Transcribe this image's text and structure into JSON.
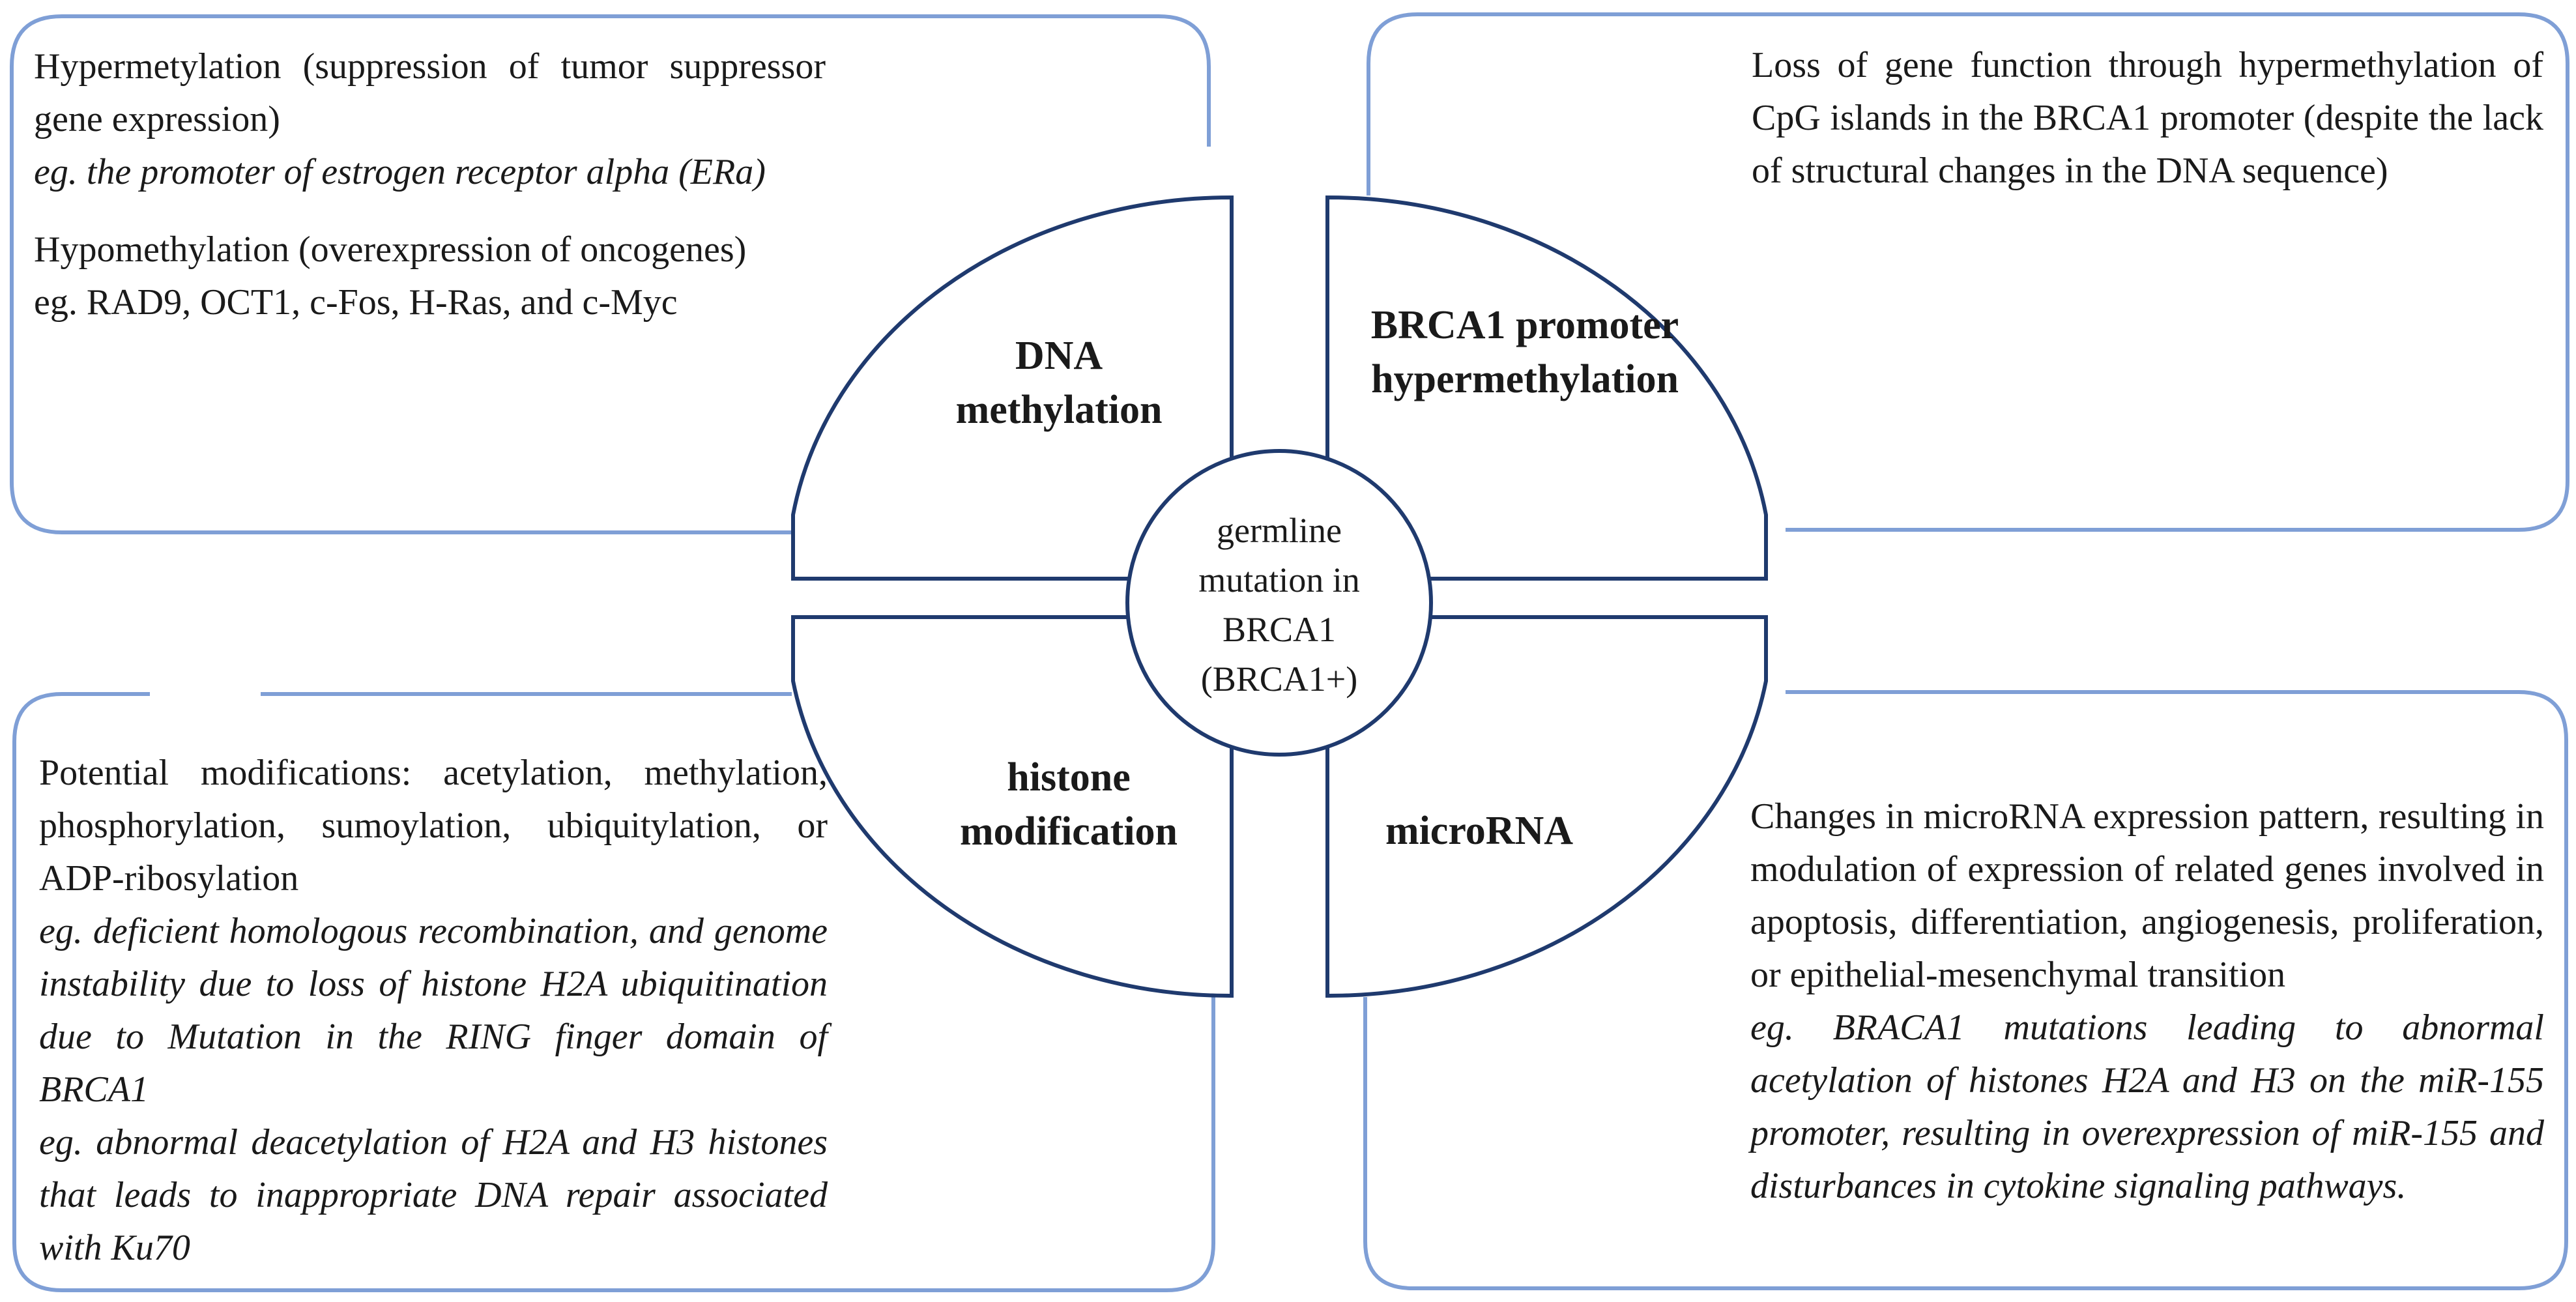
{
  "quadrants": {
    "top_left": {
      "title": "DNA methylation",
      "hyper_text": "Hypermetylation (suppression of tumor suppressor gene expression)",
      "hyper_example": "eg.  the promoter of estrogen receptor alpha (ERa)",
      "hypo_text": "Hypomethylation (overexpression of oncogenes)",
      "hypo_example": "eg. RAD9, OCT1, c-Fos, H-Ras, and c-Myc"
    },
    "top_right": {
      "title": "BRCA1 promoter hypermethylation",
      "text": "Loss of gene function through hypermethylation of CpG islands in the BRCA1 promoter (despite the lack of structural changes in the DNA sequence)"
    },
    "bottom_left": {
      "title": "histone modification",
      "text": "Potential modifications: acetylation, methylation, phosphorylation, sumoylation, ubiquitylation, or ADP-ribosylation",
      "example_1": "eg. deficient homologous recombination, and genome instability due to loss of histone H2A ubiquitination due to Mutation in the RING finger domain of BRCA1",
      "example_2": "eg. abnormal deacetylation of H2A and H3 histones that leads to inappropriate DNA repair associated with Ku70"
    },
    "bottom_right": {
      "title": "microRNA",
      "text": "Changes in microRNA expression pattern, resulting in modulation of expression of related genes involved in apoptosis, differentiation, angiogenesis, proliferation, or epithelial-mesenchymal transition",
      "example": "eg. BRACA1 mutations leading to abnormal acetylation of histones H2A and H3 on the miR-155 promoter, resulting in overexpression of miR-155 and disturbances in cytokine signaling pathways."
    }
  },
  "center": {
    "text": "germline mutation in BRCA1 (BRCA1+)"
  },
  "colors": {
    "outer_box_border": "#7f9fd6",
    "quadrant_border": "#1f3a6e",
    "background": "#ffffff"
  }
}
